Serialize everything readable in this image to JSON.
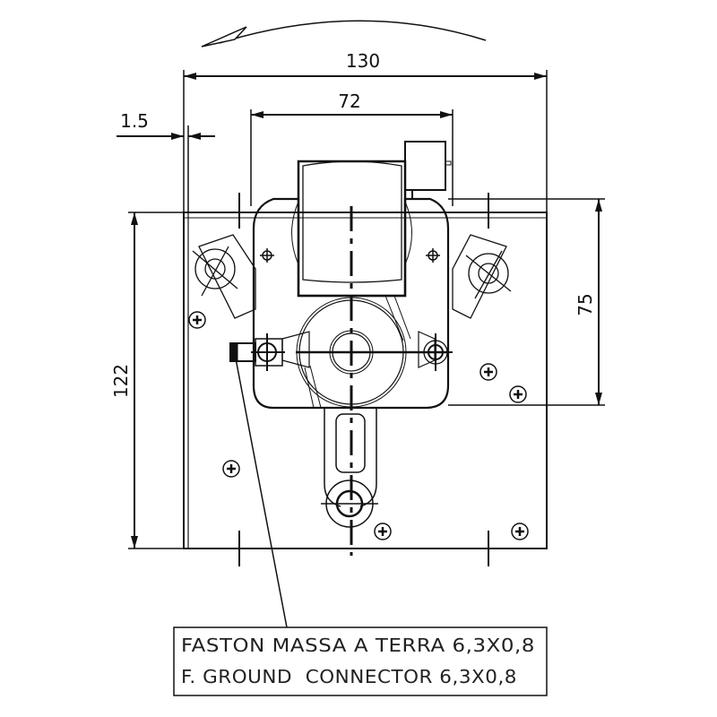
{
  "dimensions": {
    "overall_width": "130",
    "bracket_width": "72",
    "offset": "1.5",
    "overall_height": "122",
    "mount_spacing": "75"
  },
  "note": {
    "line1": "FASTON MASSA A TERRA 6,3X0,8",
    "line2": "F. GROUND  CONNECTOR 6,3X0,8"
  },
  "colors": {
    "line": "#111111",
    "background": "#ffffff"
  }
}
